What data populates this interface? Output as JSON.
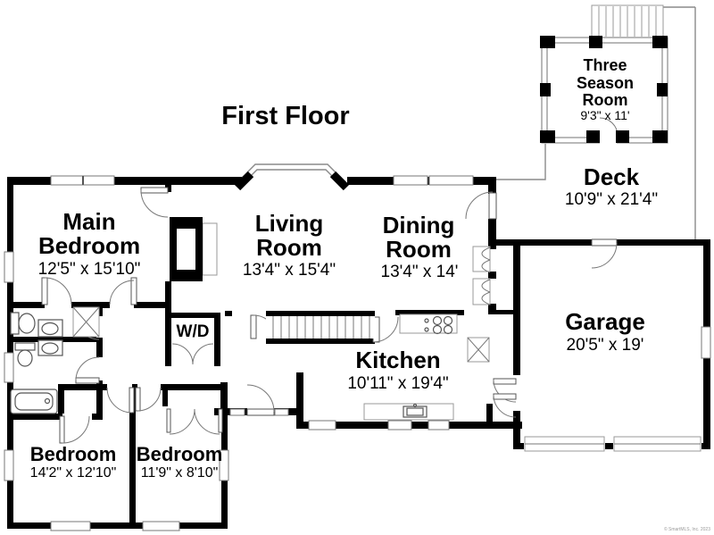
{
  "title": "First Floor",
  "watermark": "© SmartMLS, Inc. 2023",
  "rooms": {
    "main_bedroom": {
      "name_line1": "Main",
      "name_line2": "Bedroom",
      "dims": "12'5\" x 15'10\""
    },
    "living_room": {
      "name_line1": "Living",
      "name_line2": "Room",
      "dims": "13'4\" x 15'4\""
    },
    "dining_room": {
      "name_line1": "Dining",
      "name_line2": "Room",
      "dims": "13'4\" x 14'"
    },
    "kitchen": {
      "name": "Kitchen",
      "dims": "10'11\" x 19'4\""
    },
    "garage": {
      "name": "Garage",
      "dims": "20'5\" x 19'"
    },
    "deck": {
      "name": "Deck",
      "dims": "10'9\" x 21'4\""
    },
    "three_season_room": {
      "name_line1": "Three",
      "name_line2": "Season",
      "name_line3": "Room",
      "dims": "9'3\" x 11'"
    },
    "bedroom_left": {
      "name": "Bedroom",
      "dims": "14'2\" x 12'10\""
    },
    "bedroom_right": {
      "name": "Bedroom",
      "dims": "11'9\" x 8'10\""
    },
    "laundry": {
      "label": "W/D"
    }
  },
  "colors": {
    "wall": "#000000",
    "thin_line": "#8a8a8a",
    "fixture_line": "#555555",
    "text": "#000000",
    "watermark": "#9a9a9a",
    "background": "#ffffff"
  }
}
